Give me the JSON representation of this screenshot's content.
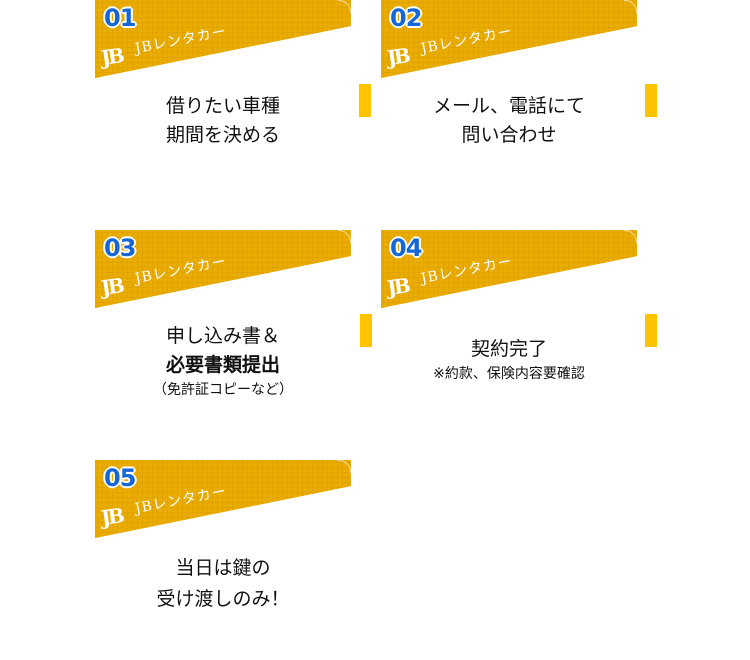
{
  "brand_color": "#fbc100",
  "number_color": "#1666d6",
  "marker_color": "#ffc300",
  "steps": [
    {
      "number": "01",
      "logo": "JB",
      "brand": "JBレンタカー",
      "lines": [
        "借りたい車種",
        "期間を決める"
      ]
    },
    {
      "number": "02",
      "logo": "JB",
      "brand": "JBレンタカー",
      "lines": [
        "メール、電話にて",
        "問い合わせ"
      ]
    },
    {
      "number": "03",
      "logo": "JB",
      "brand": "JBレンタカー",
      "lines": [
        "申し込み書＆",
        "必要書類提出"
      ],
      "note": "（免許証コピーなど）"
    },
    {
      "number": "04",
      "logo": "JB",
      "brand": "JBレンタカー",
      "lines": [
        "契約完了"
      ],
      "note": "※約款、保険内容要確認"
    },
    {
      "number": "05",
      "logo": "JB",
      "brand": "JBレンタカー",
      "lines": [
        "当日は鍵の",
        "受け渡しのみ！"
      ]
    }
  ]
}
